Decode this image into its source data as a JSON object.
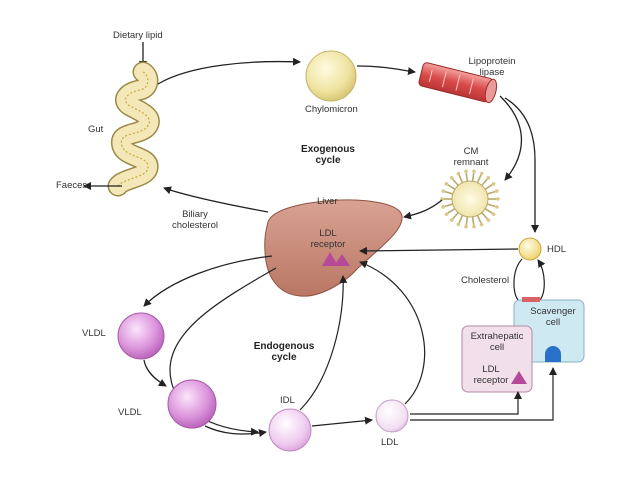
{
  "labels": {
    "dietary_lipid": "Dietary lipid",
    "gut": "Gut",
    "faeces": "Faeces",
    "chylomicron": "Chylomicron",
    "lipoprotein_lipase_1": "Lipoprotein",
    "lipoprotein_lipase_2": "lipase",
    "exogenous_1": "Exogenous",
    "exogenous_2": "cycle",
    "cm_remnant_1": "CM",
    "cm_remnant_2": "remnant",
    "liver": "Liver",
    "biliary_1": "Biliary",
    "biliary_2": "cholesterol",
    "ldl_receptor_liver_1": "LDL",
    "ldl_receptor_liver_2": "receptor",
    "hdl": "HDL",
    "cholesterol": "Cholesterol",
    "scavenger_1": "Scavenger",
    "scavenger_2": "cell",
    "extrahepatic_1": "Extrahepatic",
    "extrahepatic_2": "cell",
    "ldl_receptor_cell_1": "LDL",
    "ldl_receptor_cell_2": "receptor",
    "vldl_1": "VLDL",
    "vldl_2": "VLDL",
    "endogenous_1": "Endogenous",
    "endogenous_2": "cycle",
    "idl": "IDL",
    "ldl": "LDL"
  },
  "colors": {
    "gut": "#f3e6b4",
    "chylomicron": "#f0e8a6",
    "vessel": "#d9534f",
    "liver": "#c98a78",
    "hdl": "#f6e38a",
    "lipoprotein_particle": "#d98fd8",
    "scavenger": "#cfe9f3",
    "extrahepatic": "#f1dfe9",
    "receptor": "#b64a9a",
    "scavenger_receptor": "#2a72c9"
  }
}
